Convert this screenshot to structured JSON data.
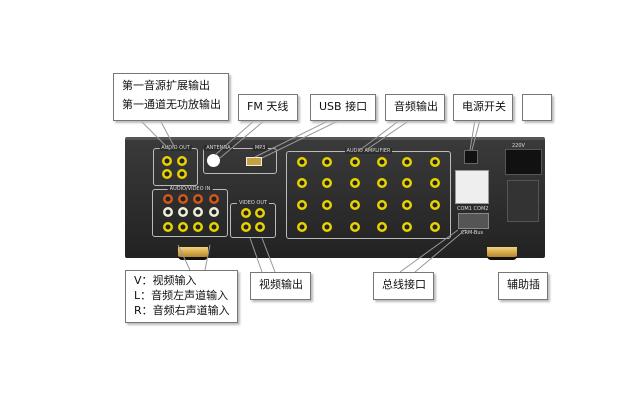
{
  "callouts": {
    "audio_ext_line1": "第一音源扩展输出",
    "audio_ext_line2": "第一通道无功放输出",
    "fm": "FM 天线",
    "usb": "USB 接口",
    "audio_out": "音频输出",
    "power_switch": "电源开关",
    "av_v": "V：视频输入",
    "av_l": "L：音频左声道输入",
    "av_r": "R：音频右声道输入",
    "video_out": "视频输出",
    "bus": "总线接口",
    "aux": "辅助插"
  },
  "panel": {
    "audio_out_label": "AUDIO OUT",
    "antenna_label": "ANTENNA",
    "mp3_label": "MP3",
    "av_in_label": "AUDIO/VIDEO IN",
    "video_out_label": "VIDEO OUT",
    "amplifier_label": "AUDIO AMPLIFIER",
    "com_label": "COM1 COM2",
    "crm_label": "CRM-Bus",
    "voltage_label": "220V"
  },
  "colors": {
    "jack_yellow": "#e8d300",
    "jack_orange": "#d0581c",
    "jack_white": "#eeeedd",
    "foot_gold": "#e0b050"
  }
}
